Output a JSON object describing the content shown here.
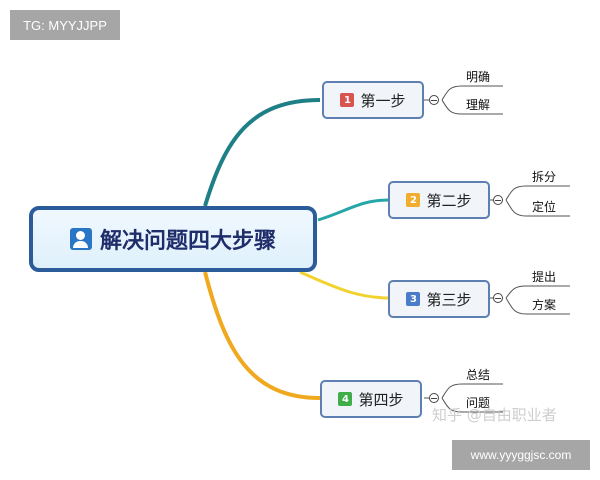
{
  "tags": {
    "top_left": "TG: MYYJJPP",
    "bottom_right": "www.yyyggjsc.com"
  },
  "watermark": "知乎 @自由职业者",
  "root": {
    "title": "解决问题四大步骤",
    "icon": "person-icon"
  },
  "steps": [
    {
      "num": "1",
      "label": "第一步",
      "color": "#d9534f",
      "branch_color": "#1e7f86",
      "leaves": [
        "明确",
        "理解"
      ]
    },
    {
      "num": "2",
      "label": "第二步",
      "color": "#f0ad2e",
      "branch_color": "#27a6a8",
      "leaves": [
        "拆分",
        "定位"
      ]
    },
    {
      "num": "3",
      "label": "第三步",
      "color": "#4a7cc9",
      "branch_color": "#f2d22f",
      "leaves": [
        "提出",
        "方案"
      ]
    },
    {
      "num": "4",
      "label": "第四步",
      "color": "#3fae49",
      "branch_color": "#f0a91e",
      "leaves": [
        "总结",
        "问题"
      ]
    }
  ]
}
